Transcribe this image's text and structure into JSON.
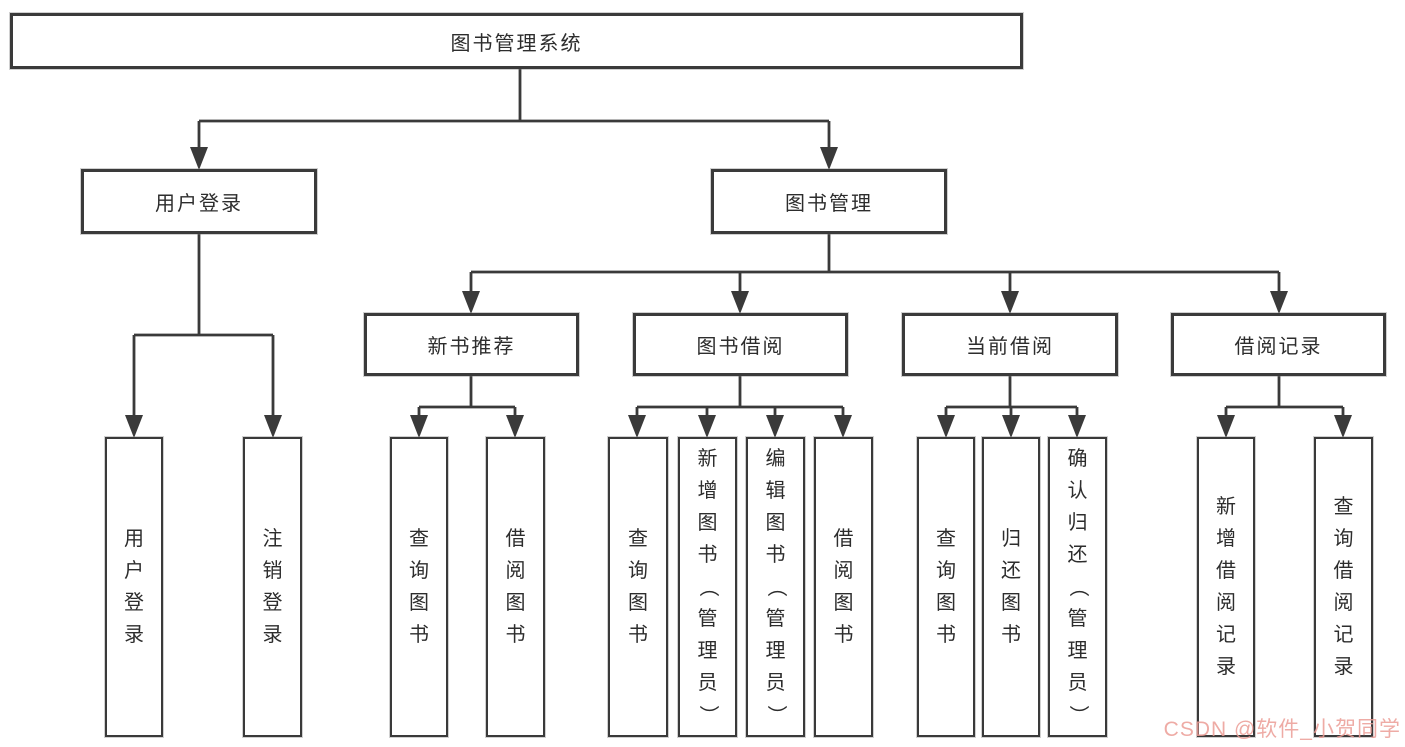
{
  "tree": {
    "root": {
      "label": "图书管理系统"
    },
    "level2": [
      {
        "label": "用户登录"
      },
      {
        "label": "图书管理"
      }
    ],
    "level3": [
      {
        "label": "新书推荐"
      },
      {
        "label": "图书借阅"
      },
      {
        "label": "当前借阅"
      },
      {
        "label": "借阅记录"
      }
    ],
    "leaves": {
      "login": [
        "用户登录",
        "注销登录"
      ],
      "recommend": [
        "查询图书",
        "借阅图书"
      ],
      "borrow": [
        "查询图书",
        "新增图书（管理员）",
        "编辑图书（管理员）",
        "借阅图书"
      ],
      "current": [
        "查询图书",
        "归还图书",
        "确认归还（管理员）"
      ],
      "records": [
        "新增借阅记录",
        "查询借阅记录"
      ]
    }
  },
  "watermark": {
    "text": "CSDN @软件_小贺同学",
    "color": "#ec9d96"
  },
  "colors": {
    "line": "#3a3a3a",
    "border": "#3a3a3a",
    "text": "#2d2d2d",
    "background": "#ffffff"
  }
}
